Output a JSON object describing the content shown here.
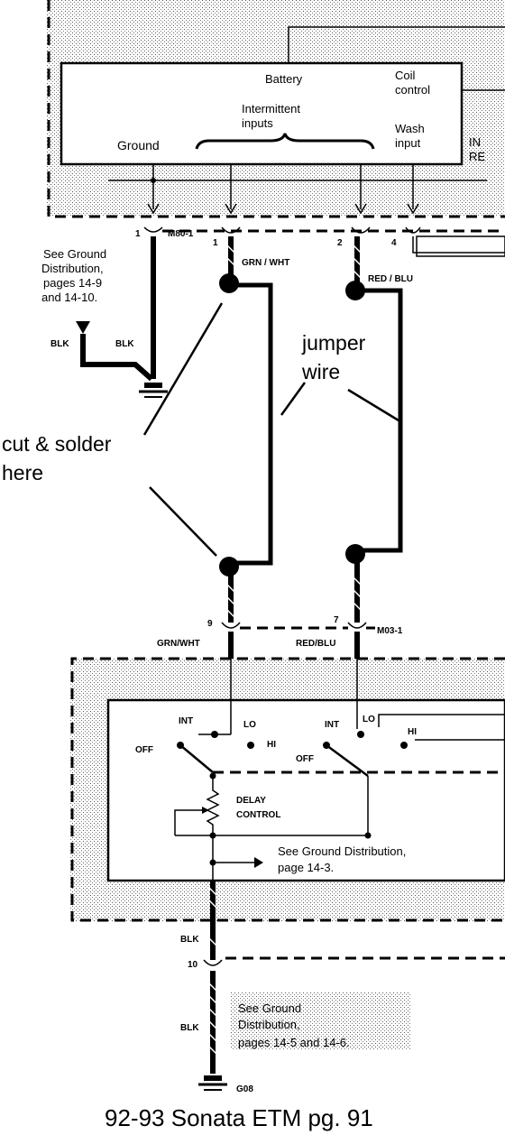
{
  "caption": "92-93 Sonata ETM  pg. 91",
  "annotations": {
    "jumper_line1": "jumper",
    "jumper_line2": "wire",
    "cut_line1": "cut & solder",
    "cut_line2": "here"
  },
  "top_module": {
    "battery": "Battery",
    "coil_line1": "Coil",
    "coil_line2": "control",
    "intermittent_line1": "Intermittent",
    "intermittent_line2": "inputs",
    "wash_line1": "Wash",
    "wash_line2": "input",
    "ground": "Ground",
    "edge_line1": "IN",
    "edge_line2": "RE"
  },
  "top_connector": {
    "name": "M80-1",
    "pins": [
      "1",
      "1",
      "2",
      "4"
    ]
  },
  "wires": {
    "grn_wht_upper": "GRN / WHT",
    "red_blu_upper": "RED / BLU",
    "grn_wht_lower": "GRN/WHT",
    "red_blu_lower": "RED/BLU",
    "blk_left_1": "BLK",
    "blk_left_2": "BLK",
    "blk_lower_1": "BLK",
    "blk_lower_2": "BLK"
  },
  "ground_note_top": {
    "line1": "See Ground",
    "line2": "Distribution,",
    "line3": "pages 14-9",
    "line4": "and 14-10."
  },
  "mid_connector": {
    "name": "M03-1",
    "pin_left": "9",
    "pin_right": "7"
  },
  "switch": {
    "int_left": "INT",
    "lo_left": "LO",
    "off_left": "OFF",
    "hi_left": "HI",
    "int_right": "INT",
    "lo_right": "LO",
    "off_right": "OFF",
    "hi_right": "HI",
    "delay_line1": "DELAY",
    "delay_line2": "CONTROL"
  },
  "ground_note_mid": {
    "line1": "See Ground Distribution,",
    "line2": "page 14-3."
  },
  "lower_connector": {
    "pin": "10"
  },
  "ground_note_bottom": {
    "line1": "See Ground",
    "line2": "Distribution,",
    "line3": "pages 14-5 and 14-6."
  },
  "ground_point": "G08"
}
